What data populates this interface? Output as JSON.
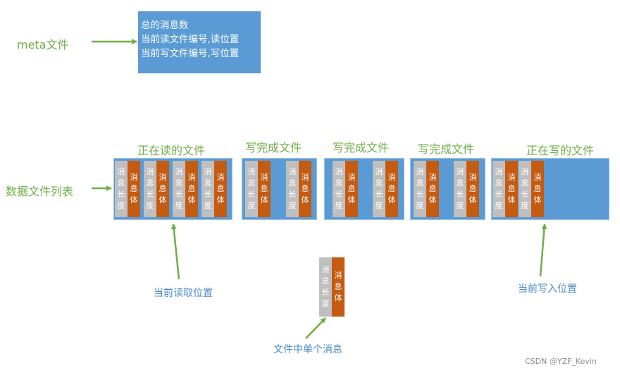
{
  "meta": {
    "label": "meta文件",
    "lines": [
      "总的消息数",
      "当前读文件编号,读位置",
      "当前写文件编号,写位置"
    ]
  },
  "data_files_label": "数据文件列表",
  "files": [
    {
      "title": "正在读的文件"
    },
    {
      "title": "写完成文件"
    },
    {
      "title": "写完成文件"
    },
    {
      "title": "写完成文件"
    },
    {
      "title": "正在写的文件"
    }
  ],
  "segments": {
    "length": "消息长度",
    "body": "消息体"
  },
  "read_pos_label": "当前读取位置",
  "write_pos_label": "当前写入位置",
  "single_msg_label": "文件中单个消息",
  "watermark": "CSDN @YZF_Kevin",
  "colors": {
    "box_blue": "#5B9BD5",
    "length_gray": "#BFBFBF",
    "body_orange": "#C55A11",
    "arrow_green": "#70AD47",
    "label_blue": "#4A88C7"
  }
}
